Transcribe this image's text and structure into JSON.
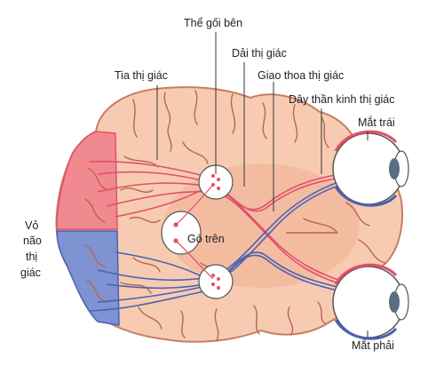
{
  "labels": {
    "lateral_geniculate": "Thể gối bên",
    "optic_tract": "Dải thị giác",
    "optic_chiasm": "Giao thoa thị giác",
    "optic_radiation": "Tia thị giác",
    "optic_nerve": "Dây thần kinh thị giác",
    "left_eye": "Mắt trái",
    "right_eye": "Mắt phải",
    "superior_colliculus": "Gò trên",
    "visual_cortex_line1": "Vỏ",
    "visual_cortex_line2": "não",
    "visual_cortex_line3": "thị",
    "visual_cortex_line4": "giác"
  },
  "colors": {
    "brain_fill": "#f7cbb2",
    "brain_stroke": "#c67e63",
    "sulcus": "#b5684d",
    "inner_region": "#f3bca1",
    "red_pathway": "#e2506a",
    "blue_pathway": "#4a62b0",
    "cortex_red": "#f08a90",
    "cortex_blue": "#7f92d2",
    "eye_fill": "#ffffff",
    "pupil": "#5a6e83",
    "leader_line": "#333333"
  }
}
